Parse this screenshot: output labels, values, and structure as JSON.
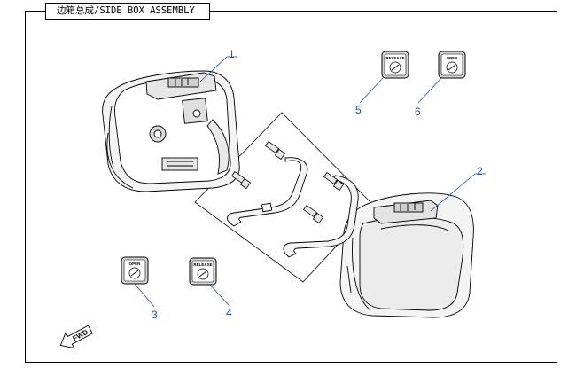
{
  "title": "边箱总成/SIDE BOX ASSEMBLY",
  "callouts": [
    {
      "num": "1",
      "part": "side-box-left"
    },
    {
      "num": "2",
      "part": "side-box-right"
    },
    {
      "num": "3",
      "part": "open-sticker"
    },
    {
      "num": "4",
      "part": "release-sticker"
    },
    {
      "num": "5",
      "part": "release-sticker"
    },
    {
      "num": "6",
      "part": "open-sticker"
    }
  ],
  "sticker_labels": {
    "open": "OPEN",
    "release": "RELEASE"
  },
  "fwd_label": "FWD",
  "colors": {
    "line": "#000000",
    "callout": "#1f4fa8",
    "leader": "#1f4fa8",
    "box_fill": "#f2f2f2",
    "box_shade": "#d9d9d9"
  }
}
